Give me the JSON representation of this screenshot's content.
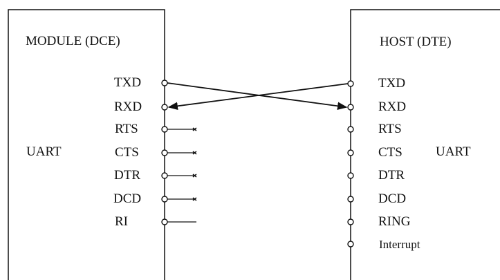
{
  "module": {
    "title": "MODULE (DCE)",
    "side_label": "UART",
    "pins": [
      "TXD",
      "RXD",
      "RTS",
      "CTS",
      "DTR",
      "DCD",
      "RI"
    ]
  },
  "host": {
    "title": "HOST (DTE)",
    "side_label": "UART",
    "pins": [
      "TXD",
      "RXD",
      "RTS",
      "CTS",
      "DTR",
      "DCD",
      "RING",
      "Interrupt"
    ]
  },
  "colors": {
    "line": "#111111",
    "background": "#ffffff"
  }
}
